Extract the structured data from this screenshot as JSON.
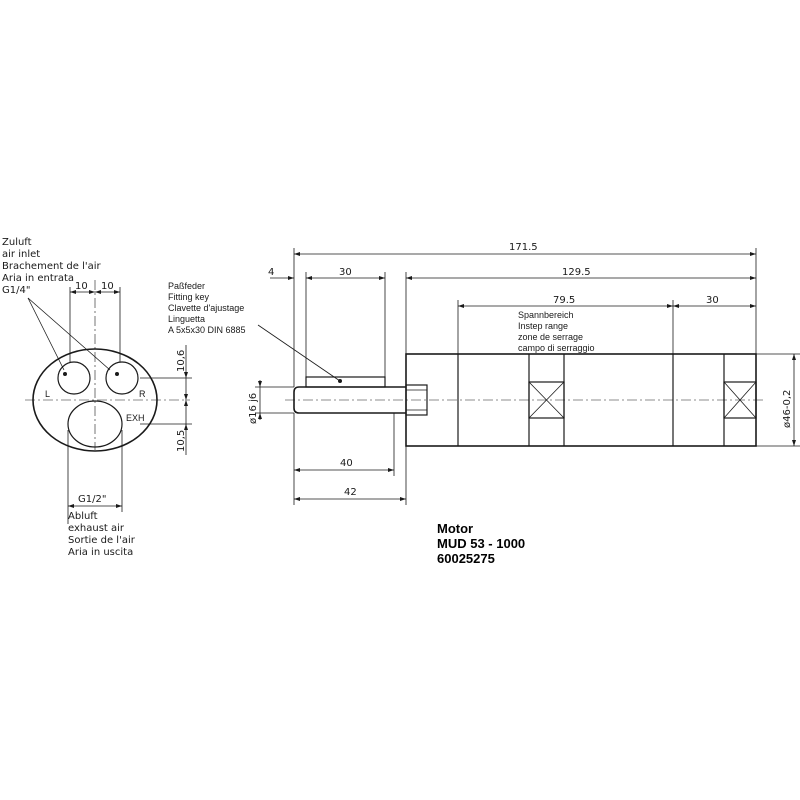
{
  "inlet_notes": [
    "Zuluft",
    "air inlet",
    "Brachement de l'air",
    "Aria in entrata",
    "G1/4\""
  ],
  "exhaust_notes": [
    "Abluft",
    "exhaust air",
    "Sortie de l'air",
    "Aria in uscita"
  ],
  "key_notes": [
    "Paßfeder",
    "Fitting key",
    "Clavette d'ajustage",
    "Linguetta",
    "A 5x5x30 DIN 6885"
  ],
  "clamp_notes": [
    "Spannbereich",
    "Instep range",
    "zone de serrage",
    "campo di serraggio"
  ],
  "port_labels": {
    "left": "L",
    "right": "R",
    "exhaust": "EXH"
  },
  "dims": {
    "port_spacing_left": "10",
    "port_spacing_right": "10",
    "upper_offset": "10,6",
    "lower_offset": "10,5",
    "exhaust_thread": "G1/2\"",
    "overall_length": "171.5",
    "key_offset": "4",
    "key_length": "30",
    "body_length": "129.5",
    "clamp_length": "79.5",
    "end_length": "30",
    "shaft_length": "40",
    "shaft_total": "42",
    "shaft_diameter": "ø16 j6",
    "body_diameter": "ø46-0,2"
  },
  "title_block": [
    "Motor",
    "MUD 53 - 1000",
    "60025275"
  ]
}
